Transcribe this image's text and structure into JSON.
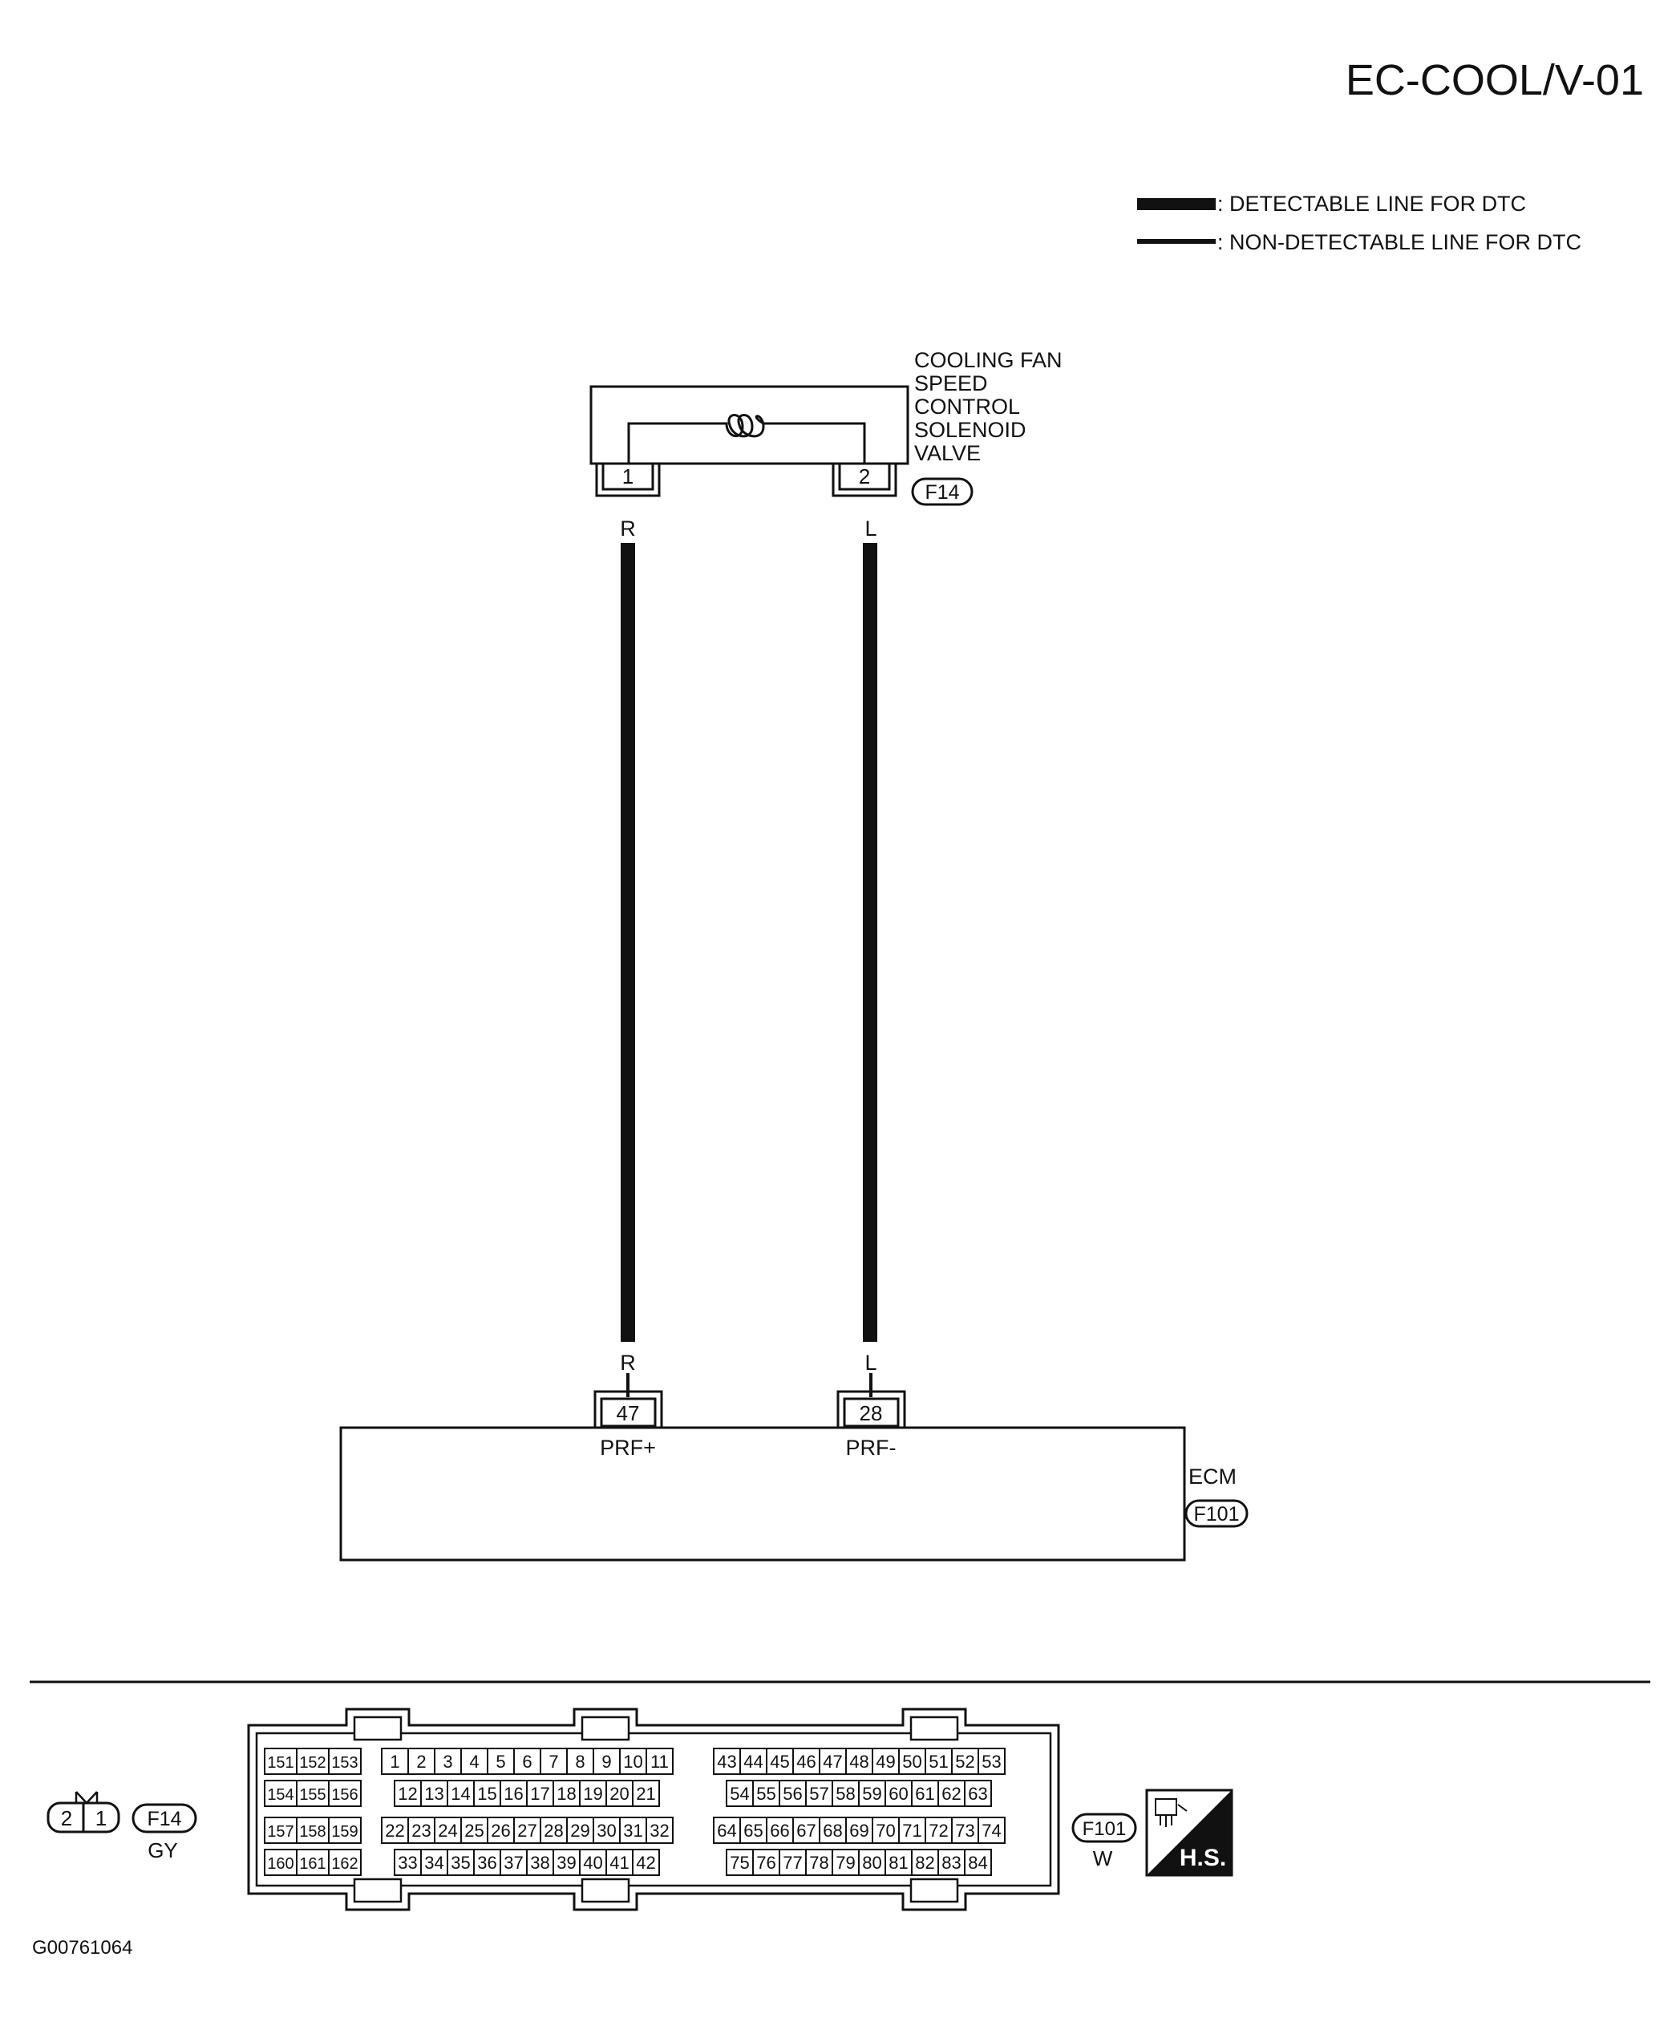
{
  "page_code": "EC-COOL/V-01",
  "legend": {
    "detectable": ": DETECTABLE LINE FOR DTC",
    "non_detectable": ": NON-DETECTABLE LINE FOR DTC"
  },
  "valve": {
    "name_lines": [
      "COOLING FAN",
      "SPEED",
      "CONTROL",
      "SOLENOID",
      "VALVE"
    ],
    "connector": "F14",
    "pins": [
      "1",
      "2"
    ],
    "wire_colors": [
      "R",
      "L"
    ]
  },
  "ecm": {
    "name": "ECM",
    "connector": "F101",
    "pins": [
      "47",
      "28"
    ],
    "signals": [
      "PRF+",
      "PRF-"
    ],
    "wire_colors": [
      "R",
      "L"
    ]
  },
  "f14_connector": {
    "pin_left": "2",
    "pin_right": "1",
    "label": "F14",
    "color": "GY"
  },
  "f101_connector": {
    "label": "F101",
    "color": "W",
    "left_block": [
      [
        "151",
        "152",
        "153"
      ],
      [
        "154",
        "155",
        "156"
      ],
      [
        "157",
        "158",
        "159"
      ],
      [
        "160",
        "161",
        "162"
      ]
    ],
    "mid_block": [
      [
        "1",
        "2",
        "3",
        "4",
        "5",
        "6",
        "7",
        "8",
        "9",
        "10",
        "11"
      ],
      [
        "12",
        "13",
        "14",
        "15",
        "16",
        "17",
        "18",
        "19",
        "20",
        "21"
      ],
      [
        "22",
        "23",
        "24",
        "25",
        "26",
        "27",
        "28",
        "29",
        "30",
        "31",
        "32"
      ],
      [
        "33",
        "34",
        "35",
        "36",
        "37",
        "38",
        "39",
        "40",
        "41",
        "42"
      ]
    ],
    "right_block": [
      [
        "43",
        "44",
        "45",
        "46",
        "47",
        "48",
        "49",
        "50",
        "51",
        "52",
        "53"
      ],
      [
        "54",
        "55",
        "56",
        "57",
        "58",
        "59",
        "60",
        "61",
        "62",
        "63"
      ],
      [
        "64",
        "65",
        "66",
        "67",
        "68",
        "69",
        "70",
        "71",
        "72",
        "73",
        "74"
      ],
      [
        "75",
        "76",
        "77",
        "78",
        "79",
        "80",
        "81",
        "82",
        "83",
        "84"
      ]
    ]
  },
  "hs_badge": "H.S.",
  "figure_id": "G00761064",
  "colors": {
    "ink": "#111111",
    "paper": "#ffffff"
  }
}
